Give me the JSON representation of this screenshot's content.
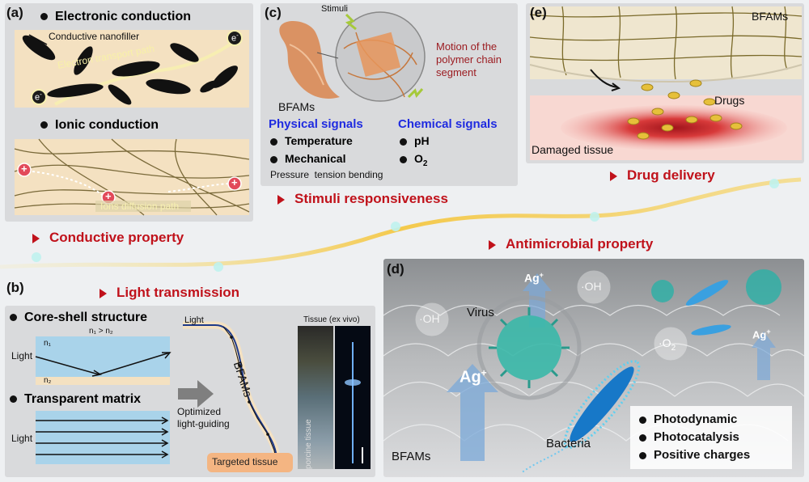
{
  "panels": {
    "a": {
      "label": "(a)",
      "electronic_title": "Electronic conduction",
      "nanofiller_label": "Conductive nanofiller",
      "electron_path_label": "Electron transport path",
      "electron_symbol": "e",
      "electron_sup": "-",
      "ionic_title": "Ionic conduction",
      "ion_path_label": "Ions diffusion path",
      "ion_symbol": "+",
      "caption": "Conductive property"
    },
    "b": {
      "label": "(b)",
      "caption": "Light transmission",
      "core_shell_title": "Core-shell structure",
      "n_relation": "n₁ > n₂",
      "n1": "n₁",
      "n2": "n₂",
      "light_label": "Light",
      "transparent_title": "Transparent matrix",
      "light_label_2": "Light",
      "fiber_light_label": "Light",
      "fiber_label": "BFAMs",
      "optimized_label_1": "Optimized",
      "optimized_label_2": "light-guiding",
      "targeted_tissue": "Targeted tissue",
      "tissue_title": "Tissue (ex vivo)",
      "porcine_label": "porcine tissue"
    },
    "c": {
      "label": "(c)",
      "stimuli_label": "Stimuli",
      "motion_line1": "Motion of the",
      "motion_line2": "polymer chain",
      "motion_line3": "segment",
      "bfams_label": "BFAMs",
      "physical_title": "Physical signals",
      "chemical_title": "Chemical signals",
      "temperature": "Temperature",
      "mechanical": "Mechanical",
      "ph": "pH",
      "o2": "O",
      "o2_sub": "2",
      "pressure_note": "Pressure  tension bending",
      "caption": "Stimuli responsiveness"
    },
    "d": {
      "label": "(d)",
      "caption": "Antimicrobial property",
      "virus_label": "Virus",
      "bacteria_label": "Bacteria",
      "bfams_label": "BFAMs",
      "ag_main": "Ag",
      "ag_sup": "+",
      "oh_label": "·OH",
      "o2_label": "·O",
      "o2_sub": "2",
      "mechanisms": [
        "Photodynamic",
        "Photocatalysis",
        "Positive charges"
      ]
    },
    "e": {
      "label": "(e)",
      "bfams_label": "BFAMs",
      "drugs_label": "Drugs",
      "damaged_label": "Damaged tissue",
      "caption": "Drug delivery"
    }
  },
  "colors": {
    "panel_bg": "#d9dadc",
    "caption_red": "#c0121b",
    "signal_blue": "#1f2be0",
    "beige": "#f4e1c1",
    "light_blue": "#a9d3ea",
    "drug_gold": "#e6c03a",
    "tissue_red": "#c81e26"
  }
}
